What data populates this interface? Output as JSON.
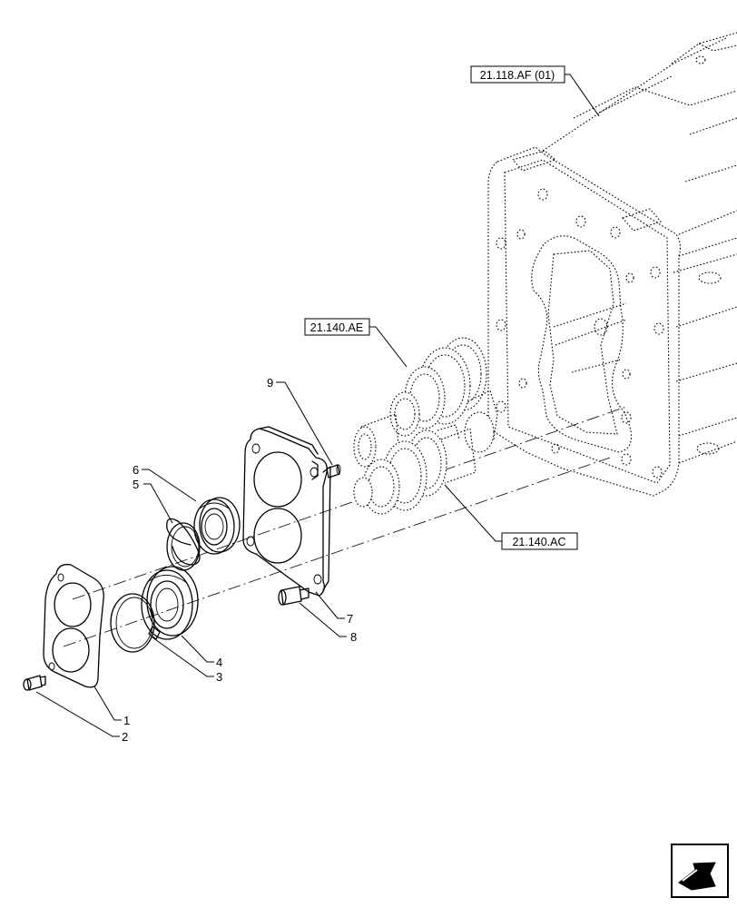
{
  "diagram": {
    "references": [
      {
        "id": "ref-housing",
        "label": "21.118.AF (01)"
      },
      {
        "id": "ref-gears-upper",
        "label": "21.140.AE"
      },
      {
        "id": "ref-gears-lower",
        "label": "21.140.AC"
      }
    ],
    "callouts": [
      {
        "id": "1",
        "label": "1"
      },
      {
        "id": "2",
        "label": "2"
      },
      {
        "id": "3",
        "label": "3"
      },
      {
        "id": "4",
        "label": "4"
      },
      {
        "id": "5",
        "label": "5"
      },
      {
        "id": "6",
        "label": "6"
      },
      {
        "id": "7",
        "label": "7"
      },
      {
        "id": "8",
        "label": "8"
      },
      {
        "id": "9",
        "label": "9"
      }
    ],
    "nav_icon": "next-page-arrow-icon"
  }
}
